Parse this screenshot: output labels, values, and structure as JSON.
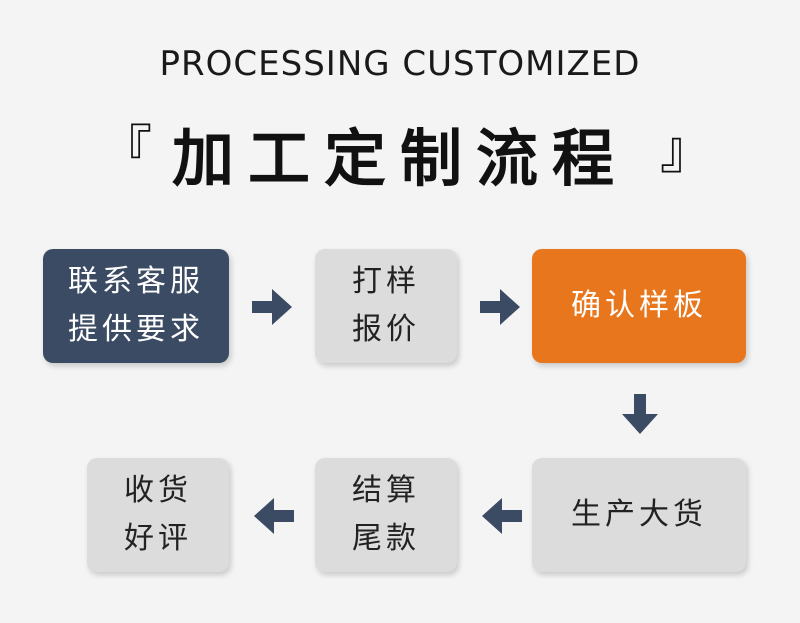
{
  "header": {
    "subtitle": "PROCESSING CUSTOMIZED",
    "title": "加工定制流程",
    "bracket_open": "『",
    "bracket_close": "』"
  },
  "steps": [
    {
      "label": "联系客服\n提供要求",
      "style": "dark"
    },
    {
      "label": "打样\n报价",
      "style": "light"
    },
    {
      "label": "确认样板",
      "style": "orange"
    },
    {
      "label": "生产大货",
      "style": "light"
    },
    {
      "label": "结算\n尾款",
      "style": "light"
    },
    {
      "label": "收货\n好评",
      "style": "light"
    }
  ],
  "colors": {
    "dark": "#3b4b63",
    "light": "#dcdcdc",
    "orange": "#e8761d",
    "arrow": "#3b4b63",
    "background": "#f4f4f4"
  }
}
